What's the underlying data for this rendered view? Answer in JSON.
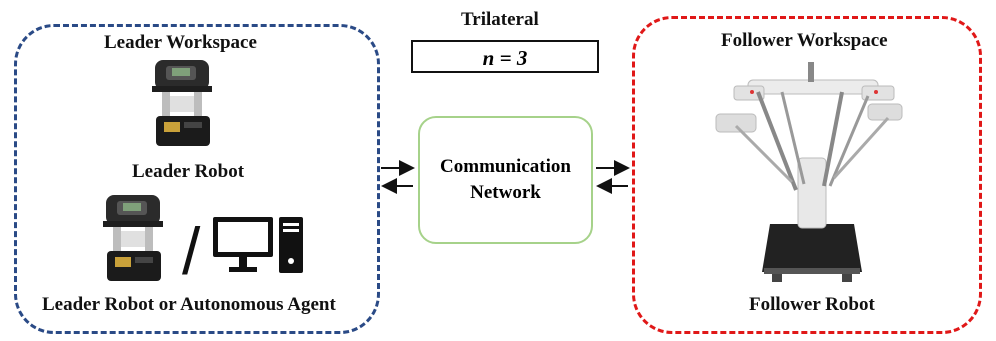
{
  "trilateral_label": "Trilateral",
  "n_formula": "n = 3",
  "leader": {
    "title": "Leader Workspace",
    "robot_label": "Leader Robot",
    "agent_label": "Leader Robot or Autonomous Agent",
    "separator": "/"
  },
  "network": {
    "line1": "Communication",
    "line2": "Network"
  },
  "follower": {
    "title": "Follower Workspace",
    "robot_label": "Follower Robot"
  },
  "colors": {
    "leader_border": "#2a4a86",
    "follower_border": "#e01818",
    "network_border": "#a6d28a",
    "arrow": "#111111"
  },
  "icons": [
    "leader-console-icon",
    "computer-icon",
    "surgical-robot-icon"
  ]
}
